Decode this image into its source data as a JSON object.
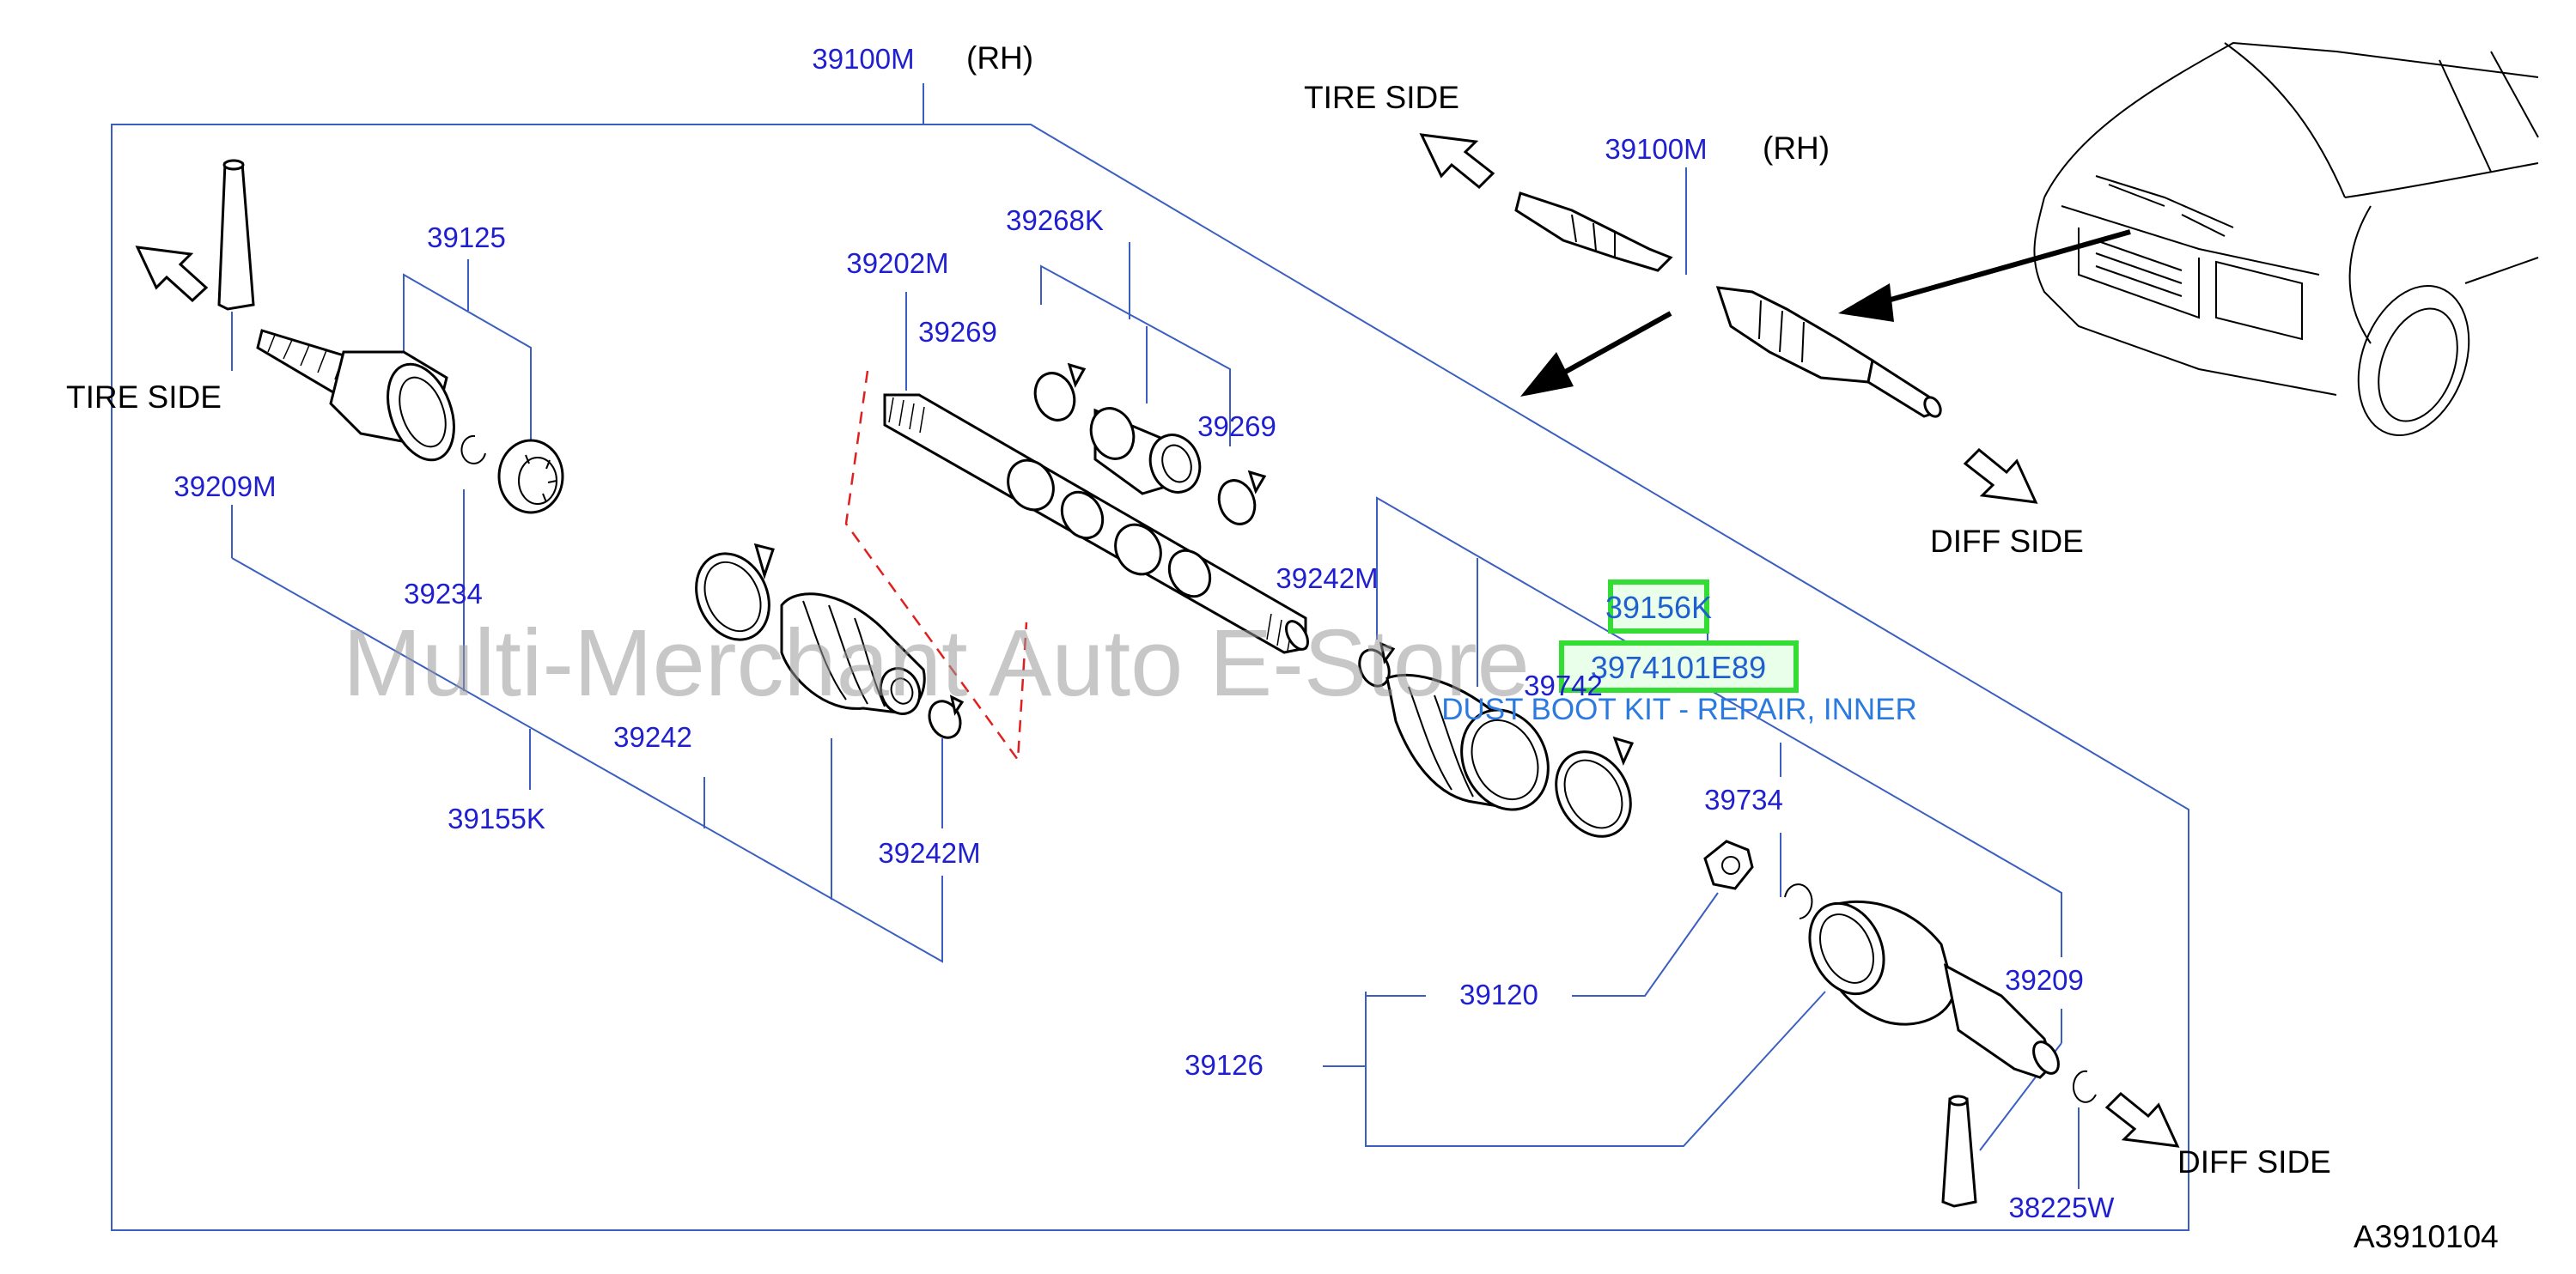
{
  "labels": {
    "rh_top": "(RH)",
    "rh_right": "(RH)",
    "tire_side_left": "TIRE   SIDE",
    "tire_side_top": "TIRE   SIDE",
    "diff_side_top": "DIFF   SIDE",
    "diff_side_bottom": "DIFF   SIDE",
    "figure_code": "A3910104",
    "watermark": "Multi-Merchant Auto E-Store",
    "highlight_desc": "DUST BOOT KIT - REPAIR, INNER"
  },
  "parts": {
    "p39100M_top": "39100M",
    "p39100M_right": "39100M",
    "p39125": "39125",
    "p39209M": "39209M",
    "p39234": "39234",
    "p39155K": "39155K",
    "p39242_left": "39242",
    "p39242M_low": "39242M",
    "p39202M": "39202M",
    "p39269_a": "39269",
    "p39268K": "39268K",
    "p39269_b": "39269",
    "p39242M_mid": "39242M",
    "p39742": "39742",
    "p39734": "39734",
    "p39120": "39120",
    "p39126": "39126",
    "p39209": "39209",
    "p38225W": "38225W"
  },
  "highlights": {
    "h1": "39156K",
    "h2": "3974101E89"
  },
  "colors": {
    "part_number": "#1f1fd0",
    "leader_line": "#3a5fc0",
    "highlight_box": "#33dd33",
    "highlight_fill": "#eaffea",
    "cut_line": "#e02020"
  }
}
